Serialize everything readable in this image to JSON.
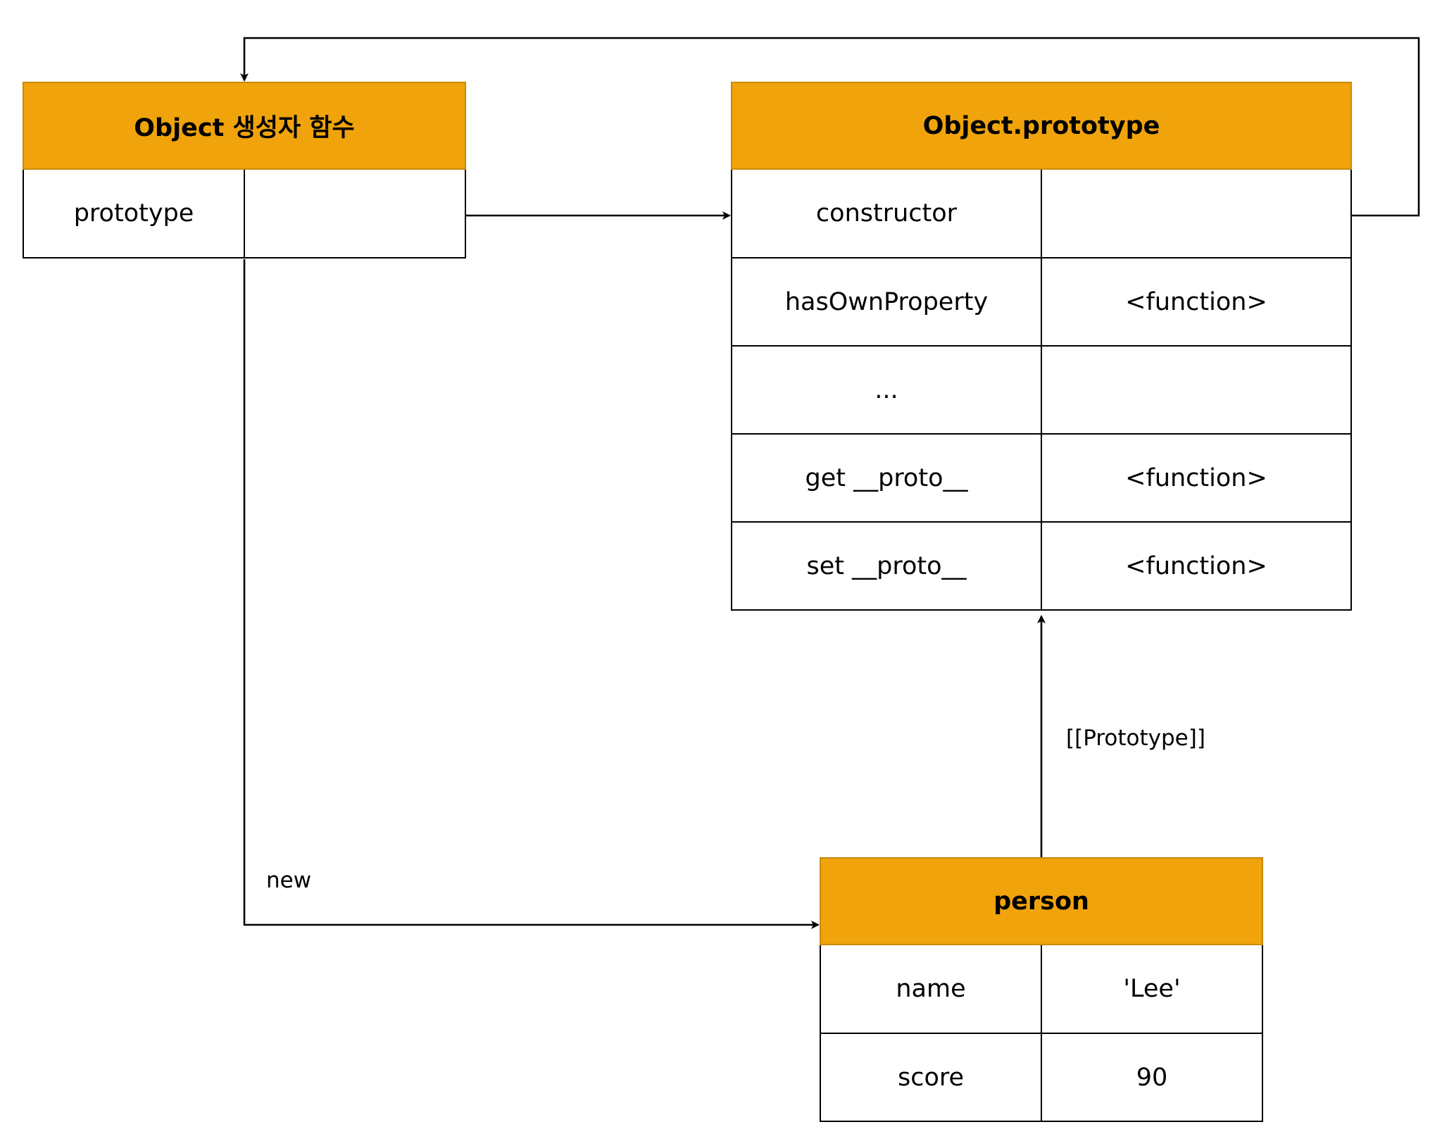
{
  "boxes": {
    "object_constructor": {
      "title": "Object 생성자 함수",
      "rows": [
        {
          "key": "prototype",
          "value": ""
        }
      ]
    },
    "object_prototype": {
      "title": "Object.prototype",
      "rows": [
        {
          "key": "constructor",
          "value": ""
        },
        {
          "key": "hasOwnProperty",
          "value": "<function>"
        },
        {
          "key": "...",
          "value": ""
        },
        {
          "key": "get __proto__",
          "value": "<function>"
        },
        {
          "key": "set __proto__",
          "value": "<function>"
        }
      ]
    },
    "person": {
      "title": "person",
      "rows": [
        {
          "key": "name",
          "value": "'Lee'"
        },
        {
          "key": "score",
          "value": "90"
        }
      ]
    }
  },
  "edges": {
    "new_label": "new",
    "prototype_link_label": "[[Prototype]]"
  },
  "colors": {
    "header_fill": "#f0a30a",
    "header_border": "#c98a0b",
    "line": "#000000"
  }
}
